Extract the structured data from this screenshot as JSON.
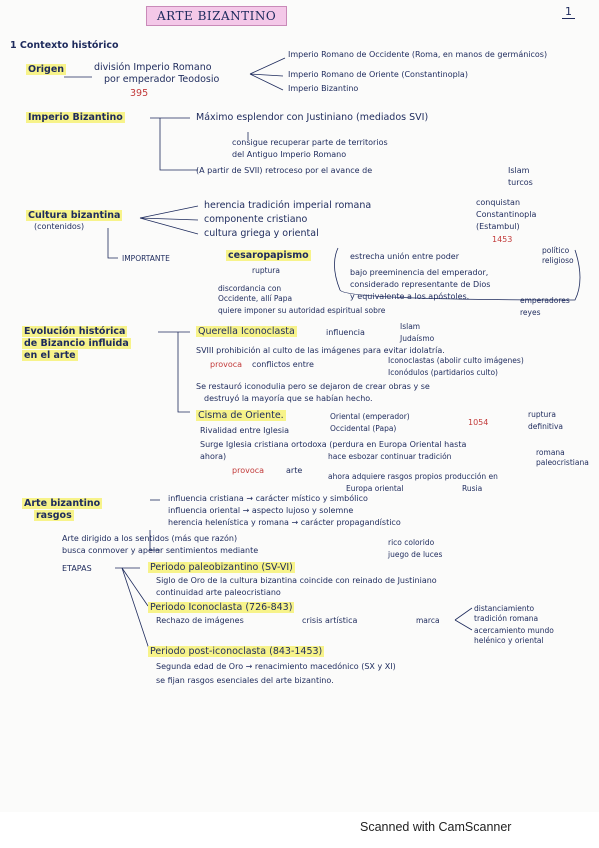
{
  "title": "ARTE BIZANTINO",
  "page_number": "1",
  "footer": "Scanned with CamScanner",
  "section1": {
    "heading": "1 Contexto histórico",
    "origen": {
      "label": "Origen",
      "line1": "división Imperio Romano",
      "line2": "por emperador Teodosio",
      "year": "395",
      "branch1": "Imperio Romano de Occidente (Roma, en manos de germánicos)",
      "branch2": "Imperio Romano de Oriente (Constantinopla)",
      "branch3": "Imperio Bizantino"
    },
    "imperio": {
      "label": "Imperio Bizantino",
      "line1": "Máximo esplendor con Justiniano (mediados SVI)",
      "line2": "consigue recuperar parte de territorios",
      "line3": "del Antiguo Imperio Romano",
      "line4": "(A partir de SVII) retroceso por el avance de",
      "islam": "Islam",
      "turcos": "turcos",
      "conquistan": "conquistan",
      "constantinopla": "Constantinopla",
      "estambul": "(Estambul)",
      "year": "1453"
    },
    "cultura": {
      "label": "Cultura bizantina",
      "sub": "(contenidos)",
      "item1": "herencia tradición imperial romana",
      "item2": "componente cristiano",
      "item3": "cultura griega y oriental",
      "importante": "IMPORTANTE",
      "cesaro": "cesaropapismo",
      "estrecha": "estrecha unión entre poder",
      "politico": "político",
      "religioso": "religioso",
      "bajo1": "bajo preeminencia del emperador,",
      "bajo2": "considerado representante de Dios",
      "bajo3": "y equivalente a los apóstoles.",
      "emperadores": "emperadores",
      "reyes": "reyes",
      "ruptura": "ruptura",
      "discordancia1": "discordancia con",
      "discordancia2": "Occidente, allí Papa",
      "discordancia3": "quiere imponer su autoridad espiritual sobre"
    }
  },
  "evolucion": {
    "label1": "Evolución histórica",
    "label2": "de Bizancio influida",
    "label3": "en el arte",
    "querella": "Querella Iconoclasta",
    "influencia": "influencia",
    "islam": "Islam",
    "judaismo": "Judaísmo",
    "sviii": "SVIII prohibición al culto de las imágenes para evitar idolatría.",
    "provoca": "provoca",
    "conflictos": "conflictos entre",
    "iconoclastas": "Iconoclastas (abolir culto imágenes)",
    "iconodulos": "Iconódulos (partidarios culto)",
    "restauro1": "Se restauró iconodulia pero se dejaron de crear obras y se",
    "restauro2": "destruyó la mayoría que se habían hecho.",
    "cisma": "Cisma de Oriente.",
    "rivalidad": "Rivalidad entre Iglesia",
    "oriente": "Oriental (emperador)",
    "occidente": "Occidental (Papa)",
    "year1054": "1054",
    "ruptura": "ruptura",
    "definitiva": "definitiva",
    "surge1": "Surge Iglesia cristiana ortodoxa (perdura en Europa Oriental hasta",
    "surge2": "ahora)",
    "nueva": "hace esbozar continuar tradición",
    "romana": "romana",
    "paleocristiana": "paleocristiana",
    "ahora1": "ahora adquiere rasgos propios producción en",
    "ahora2": "Europa oriental",
    "rusia": "Rusia",
    "arte": "arte"
  },
  "rasgos": {
    "label1": "Arte bizantino",
    "label2": "rasgos",
    "r1": "influencia cristiana → carácter místico y simbólico",
    "r2": "influencia oriental → aspecto lujoso y solemne",
    "r3": "herencia helenística y romana → carácter propagandístico",
    "a1": "Arte dirigido a los sentidos (más que razón)",
    "a2": "busca conmover y apelar sentimientos mediante",
    "rico": "rico colorido",
    "juego": "juego de luces",
    "etapas": "ETAPAS",
    "p1": "Periodo paleobizantino (SV-VI)",
    "p1a": "Siglo de Oro de la cultura bizantina coincide con reinado de Justiniano",
    "p1b": "continuidad arte paleocristiano",
    "p2": "Periodo Iconoclasta (726-843)",
    "p2a": "Rechazo de imágenes",
    "p2b": "crisis artística",
    "marca": "marca",
    "d1": "distanciamiento",
    "d2": "tradición romana",
    "d3": "acercamiento mundo",
    "d4": "helénico y oriental",
    "p3": "Periodo post-iconoclasta (843-1453)",
    "p3a": "Segunda edad de Oro → renacimiento macedónico (SX y XI)",
    "p3b": "se fijan rasgos esenciales del arte bizantino."
  },
  "colors": {
    "ink": "#1d2a5c",
    "red": "#c23a3a",
    "highlight": "#f7f38a",
    "pink": "#f4c8e8"
  }
}
